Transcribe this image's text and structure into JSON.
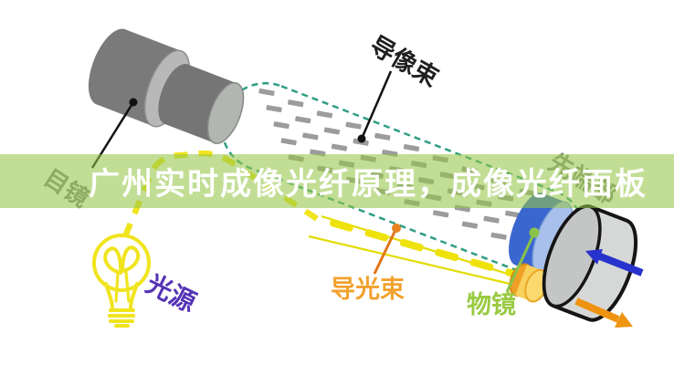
{
  "banner": {
    "title": "广州实时成像光纤原理，成像光纤面板"
  },
  "labels": {
    "eyepiece": "目镜",
    "image_guide_bundle": "导像束",
    "tip_section": "先端部",
    "light_source": "光源",
    "light_guide_bundle": "导光束",
    "objective_lens": "物镜"
  },
  "icons": {
    "light_bulb": "light-bulb-icon",
    "incident_arrow": "blue-arrow-icon",
    "reflected_arrow": "orange-arrow-icon"
  },
  "colors": {
    "banner_background": "#96c648",
    "banner_text": "#ffffff",
    "tube_outline_teal": "#2f9e85",
    "fiber_dash_gray": "#9c9c9c",
    "light_guide_yellow": "#f0e400",
    "eyepiece_gray": "#7a7a7a",
    "fiber_end_blue": "#3a66cf",
    "fiber_end_light_blue": "#a9c0ec",
    "objective_orange": "#f5b32a",
    "target_disc_gray": "#d6d8d8",
    "incident_arrow_blue": "#2832cc",
    "reflected_arrow_orange": "#ef9410",
    "label_black": "#1f1f1f",
    "label_gray": "#8a8a8a",
    "label_purple": "#5433b5",
    "label_orange": "#f2a12c",
    "label_green": "#99ca41"
  }
}
